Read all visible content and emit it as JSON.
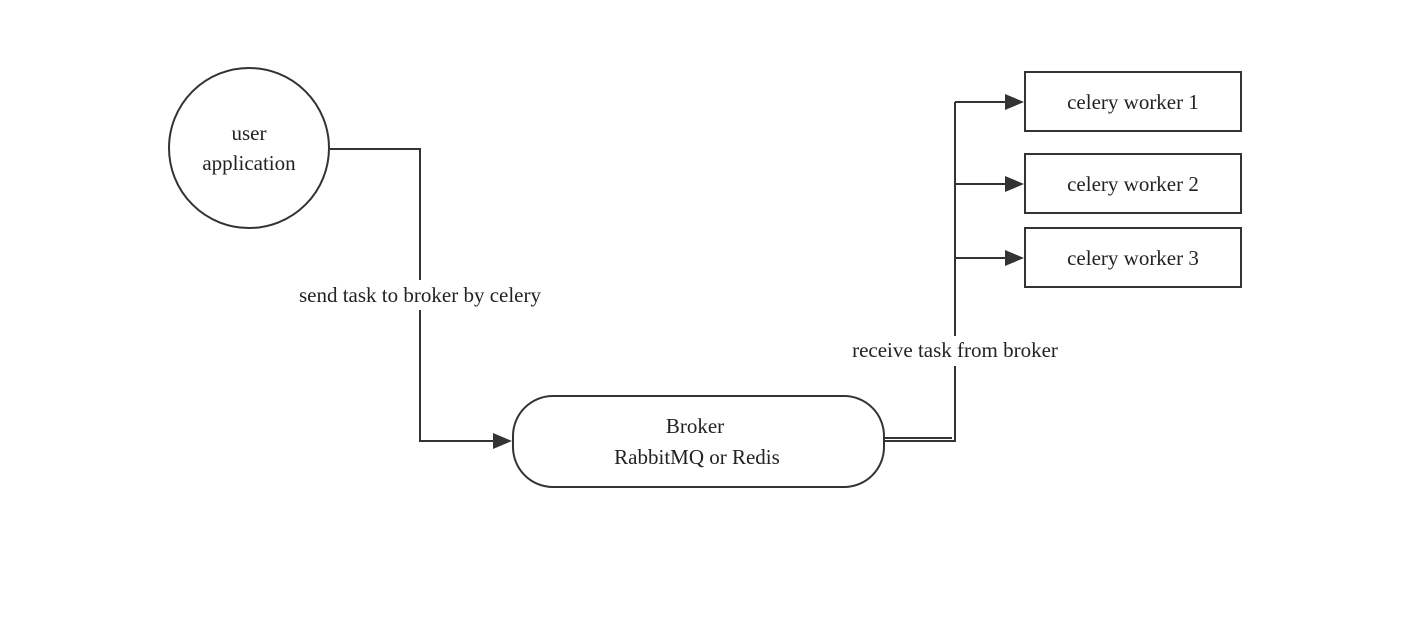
{
  "diagram": {
    "user_app": {
      "line1": "user",
      "line2": "application"
    },
    "broker": {
      "line1": "Broker",
      "line2": "RabbitMQ or Redis"
    },
    "workers": [
      {
        "label": "celery worker 1"
      },
      {
        "label": "celery worker 2"
      },
      {
        "label": "celery worker 3"
      }
    ],
    "edges": {
      "send_label": "send task to broker by celery",
      "receive_label": "receive task from broker"
    },
    "colors": {
      "stroke": "#333333",
      "text": "#222222",
      "background": "#ffffff"
    }
  }
}
